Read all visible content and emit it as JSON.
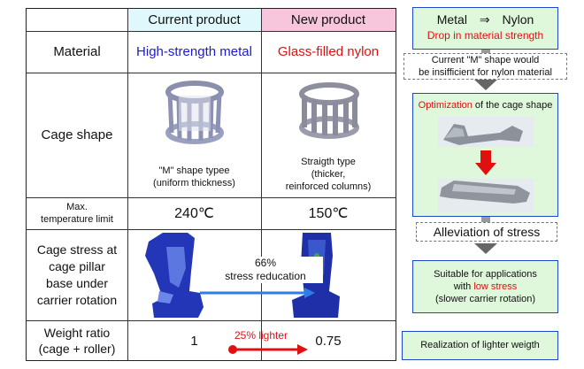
{
  "table": {
    "header_current": "Current product",
    "header_new": "New product",
    "rows": {
      "material": {
        "label": "Material",
        "current": "High-strength metal",
        "new": "Glass-filled nylon"
      },
      "cage_shape": {
        "label": "Cage shape",
        "current": "\"M\" shape typee\n(uniform thickness)",
        "new": "Straigth type\n(thicker,\nreinforced columns)"
      },
      "temp": {
        "label": "Max.\ntemperature limit",
        "current": "240℃",
        "new": "150℃"
      },
      "stress": {
        "label": "Cage stress at\ncage pillar\nbase under\ncarrier rotation",
        "annotation": "66%\nstress reducation"
      },
      "weight": {
        "label": "Weight ratio\n(cage + roller)",
        "current": "1",
        "new": "0.75",
        "annotation": "25% lighter"
      }
    }
  },
  "flow": {
    "box1": {
      "left": "Metal",
      "arrow": "⇒",
      "right": "Nylon",
      "sub": "Drop in material strength"
    },
    "note": "Current \"M\" shape would\nbe insifficient for nylon material",
    "box2": {
      "highlight": "Optimization",
      "rest": " of the cage shape"
    },
    "alleviation": "Alleviation of stress",
    "box3": {
      "line1": "Suitable for applications",
      "line2_pre": "with ",
      "line2_hl": "low stress",
      "line3": "(slower carrier rotation)"
    },
    "box4": "Realization of lighter weigth"
  },
  "colors": {
    "blue_text": "#1a1ad6",
    "red_text": "#e01010",
    "box_fill": "#dff8dc",
    "box_border": "#1d49c9",
    "header_current": "#dff8fb",
    "header_new": "#f7c6dc"
  }
}
